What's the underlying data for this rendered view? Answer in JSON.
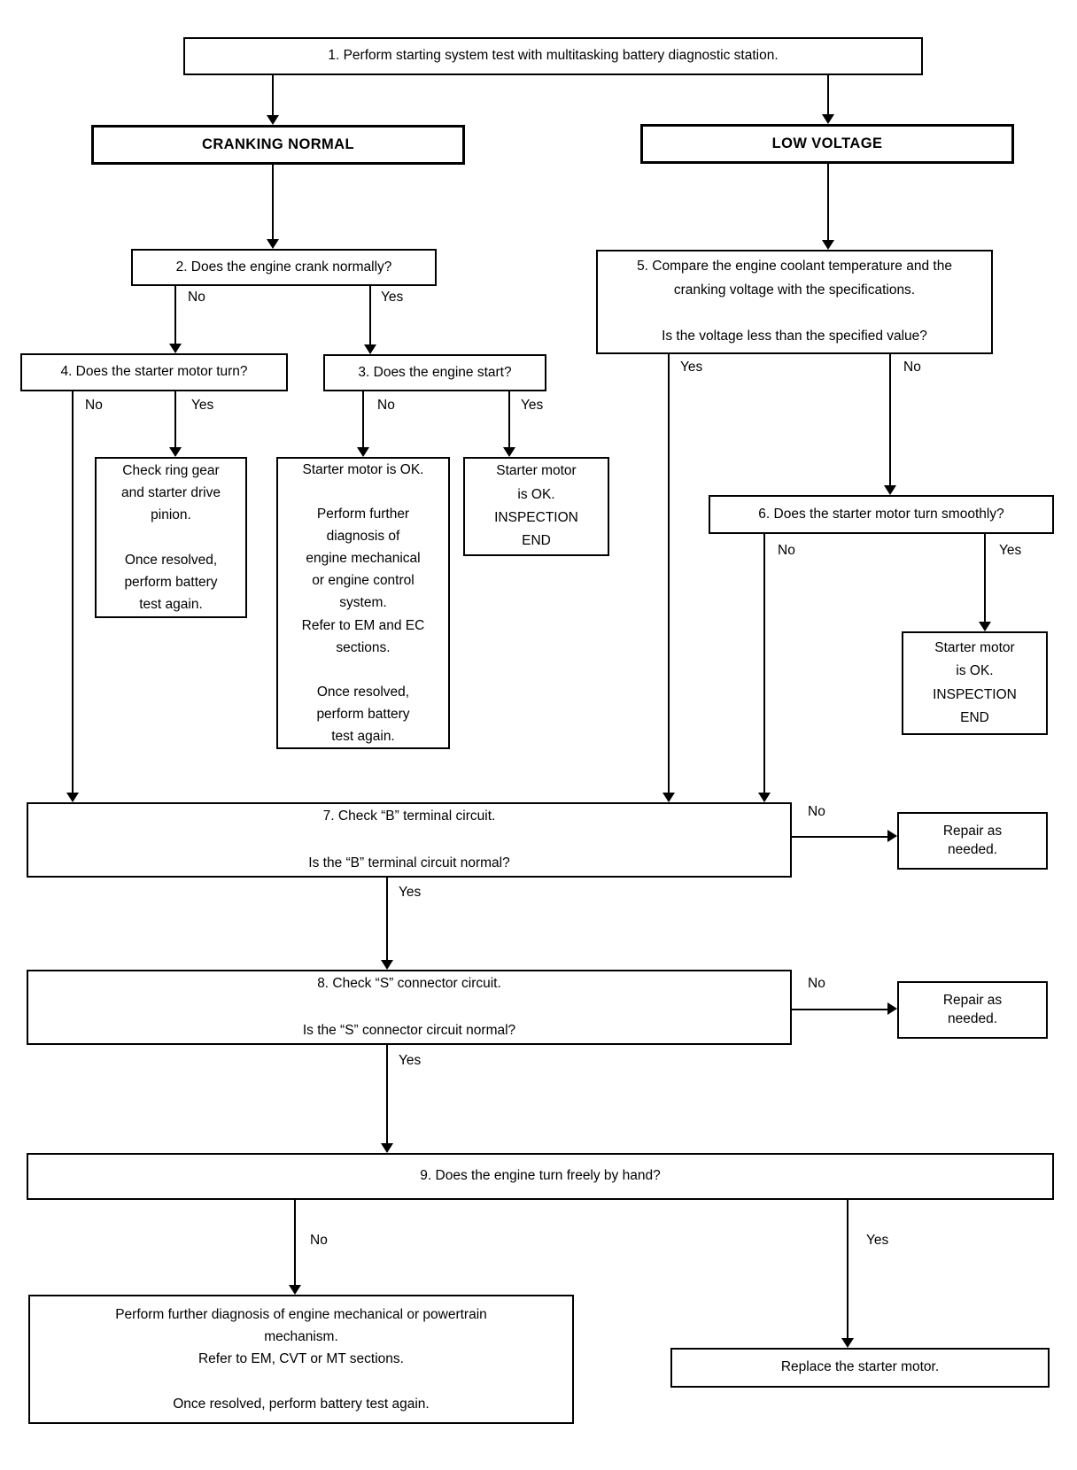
{
  "nodes": {
    "step1": {
      "text": "1. Perform starting system test with multitasking battery diagnostic station."
    },
    "cranking_normal": {
      "text": "CRANKING NORMAL"
    },
    "low_voltage": {
      "text": "LOW VOLTAGE"
    },
    "step2": {
      "text": "2. Does the engine crank normally?"
    },
    "step4": {
      "text": "4. Does the starter motor turn?"
    },
    "step3": {
      "text": "3. Does the engine start?"
    },
    "check_ring_gear": {
      "text": "Check ring gear\nand starter drive\npinion.\n\nOnce resolved,\nperform battery\ntest again."
    },
    "starter_ok_diagnosis": {
      "text": "Starter motor is OK.\n\nPerform further\ndiagnosis of\nengine mechanical\nor engine control\nsystem.\nRefer to EM and EC\nsections.\n\nOnce resolved,\nperform battery\ntest again."
    },
    "starter_ok_end_center": {
      "text": "Starter motor\nis OK.\nINSPECTION\nEND"
    },
    "step5": {
      "text": "5. Compare the engine coolant temperature and the\ncranking voltage with the specifications.\n\nIs the voltage less than the specified value?"
    },
    "step6": {
      "text": "6. Does the starter motor turn smoothly?"
    },
    "starter_ok_end_right": {
      "text": "Starter motor\nis OK.\nINSPECTION\nEND"
    },
    "step7": {
      "text": "7. Check “B” terminal circuit.\n\nIs the “B” terminal circuit normal?"
    },
    "repair_b": {
      "text": "Repair as\nneeded."
    },
    "step8": {
      "text": "8. Check “S” connector circuit.\n\nIs the “S” connector circuit normal?"
    },
    "repair_s": {
      "text": "Repair as\nneeded."
    },
    "step9": {
      "text": "9. Does the engine turn freely by hand?"
    },
    "further_diagnosis": {
      "text": "Perform further diagnosis of engine mechanical or powertrain\nmechanism.\nRefer to EM, CVT or MT sections.\n\nOnce resolved, perform battery test again."
    },
    "replace_starter": {
      "text": "Replace the starter motor."
    }
  },
  "branch_labels": {
    "step2_no": "No",
    "step2_yes": "Yes",
    "step4_no": "No",
    "step4_yes": "Yes",
    "step3_no": "No",
    "step3_yes": "Yes",
    "step5_yes": "Yes",
    "step5_no": "No",
    "step6_no": "No",
    "step6_yes": "Yes",
    "step7_no": "No",
    "step7_yes": "Yes",
    "step8_no": "No",
    "step8_yes": "Yes",
    "step9_no": "No",
    "step9_yes": "Yes"
  },
  "colors": {
    "background": "#ffffff",
    "box_border": "#000000",
    "line": "#000000",
    "text": "#000000"
  }
}
